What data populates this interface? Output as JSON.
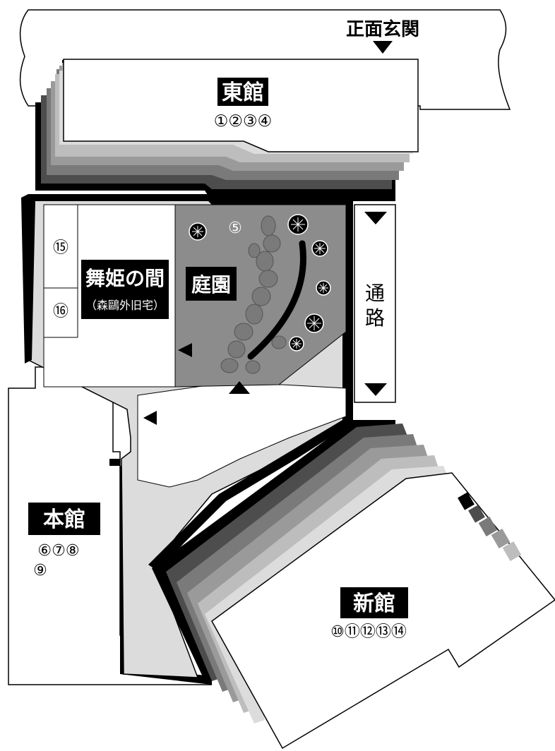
{
  "map": {
    "entrance_label": "正面玄関",
    "buildings": {
      "east": {
        "name": "東館",
        "rooms": "①②③④"
      },
      "main": {
        "name": "本館",
        "rooms_line1": "⑥⑦⑧",
        "rooms_line2": "⑨"
      },
      "new": {
        "name": "新館",
        "rooms": "⑩⑪⑫⑬⑭"
      },
      "maihime": {
        "name": "舞姫の間",
        "sub": "（森鷗外旧宅）"
      },
      "garden": {
        "name": "庭園",
        "room": "⑤"
      },
      "passage": {
        "char1": "通",
        "char2": "路"
      },
      "side_rooms": {
        "room15": "⑮",
        "room16": "⑯"
      }
    },
    "colors": {
      "black": "#000000",
      "dark_gray": "#4d4d4d",
      "mid_gray": "#7a7a7a",
      "gray": "#9a9a9a",
      "light_gray": "#bdbdbd",
      "pale_gray": "#dcdcdc",
      "garden_gray": "#8c8c8c"
    }
  }
}
